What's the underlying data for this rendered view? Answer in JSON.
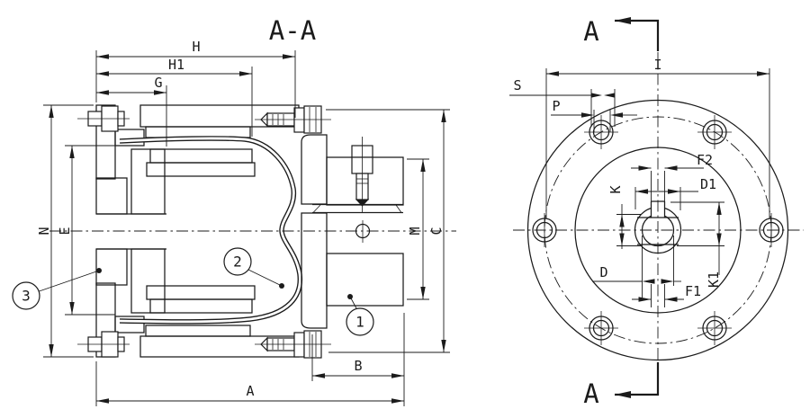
{
  "colors": {
    "background": "#ffffff",
    "line": "#1b1b1b"
  },
  "section_view": {
    "title": "A-A",
    "dims": {
      "h": "H",
      "h1": "H1",
      "g": "G",
      "n": "N",
      "e": "E",
      "m": "M",
      "c": "C",
      "b": "B",
      "a": "A"
    },
    "balloons": {
      "part1": "1",
      "part2": "2",
      "part3": "3"
    }
  },
  "front_view": {
    "cutting_plane": {
      "top": "A",
      "bottom": "A"
    },
    "dims": {
      "i": "I",
      "s": "S",
      "p": "P",
      "f2": "F2",
      "d1": "D1",
      "k": "K",
      "k1": "K1",
      "d": "D",
      "f1": "F1"
    }
  }
}
